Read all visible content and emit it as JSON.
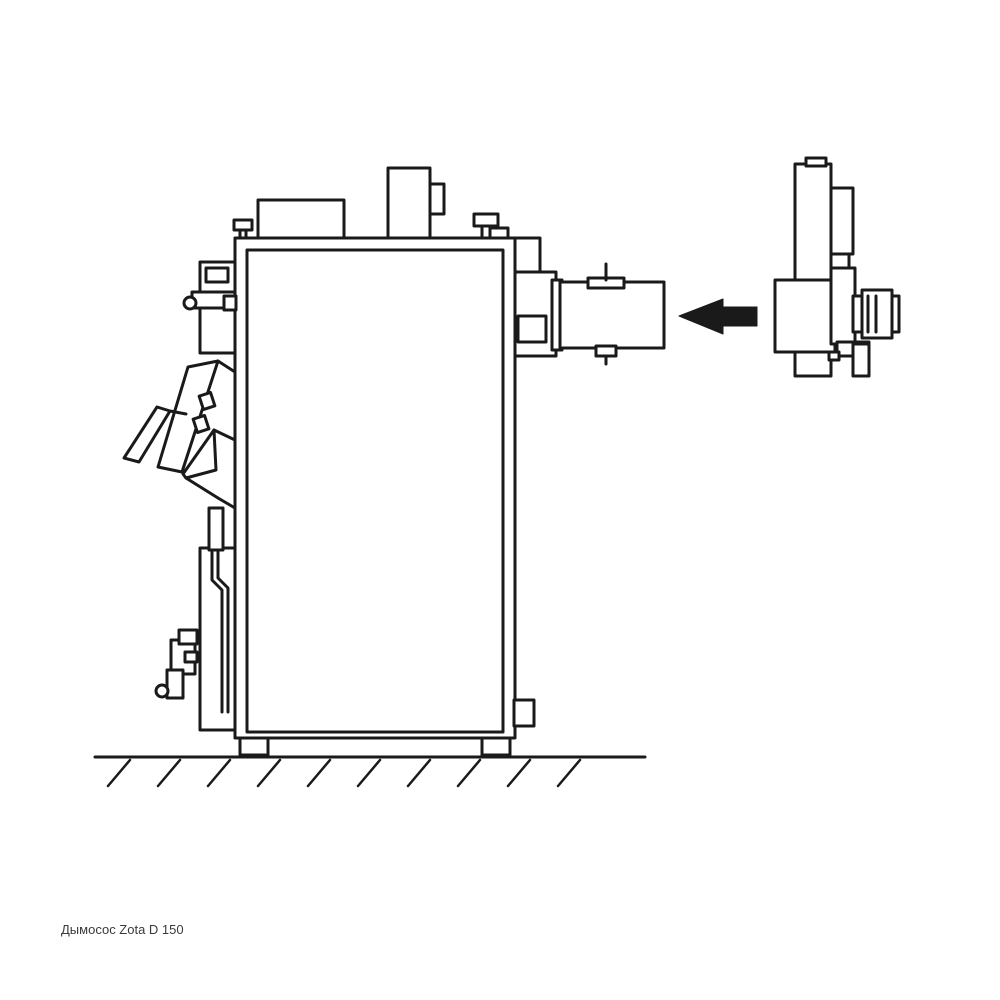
{
  "caption": "Дымосос Zota D 150",
  "colors": {
    "line": "#1a1a1a",
    "fill": "#ffffff",
    "caption": "#3a3a3a"
  },
  "parts": {
    "boiler": "boiler",
    "smoke_exhauster": "smoke-exhauster",
    "arrow": "arrow-left-icon",
    "floor": "floor"
  }
}
